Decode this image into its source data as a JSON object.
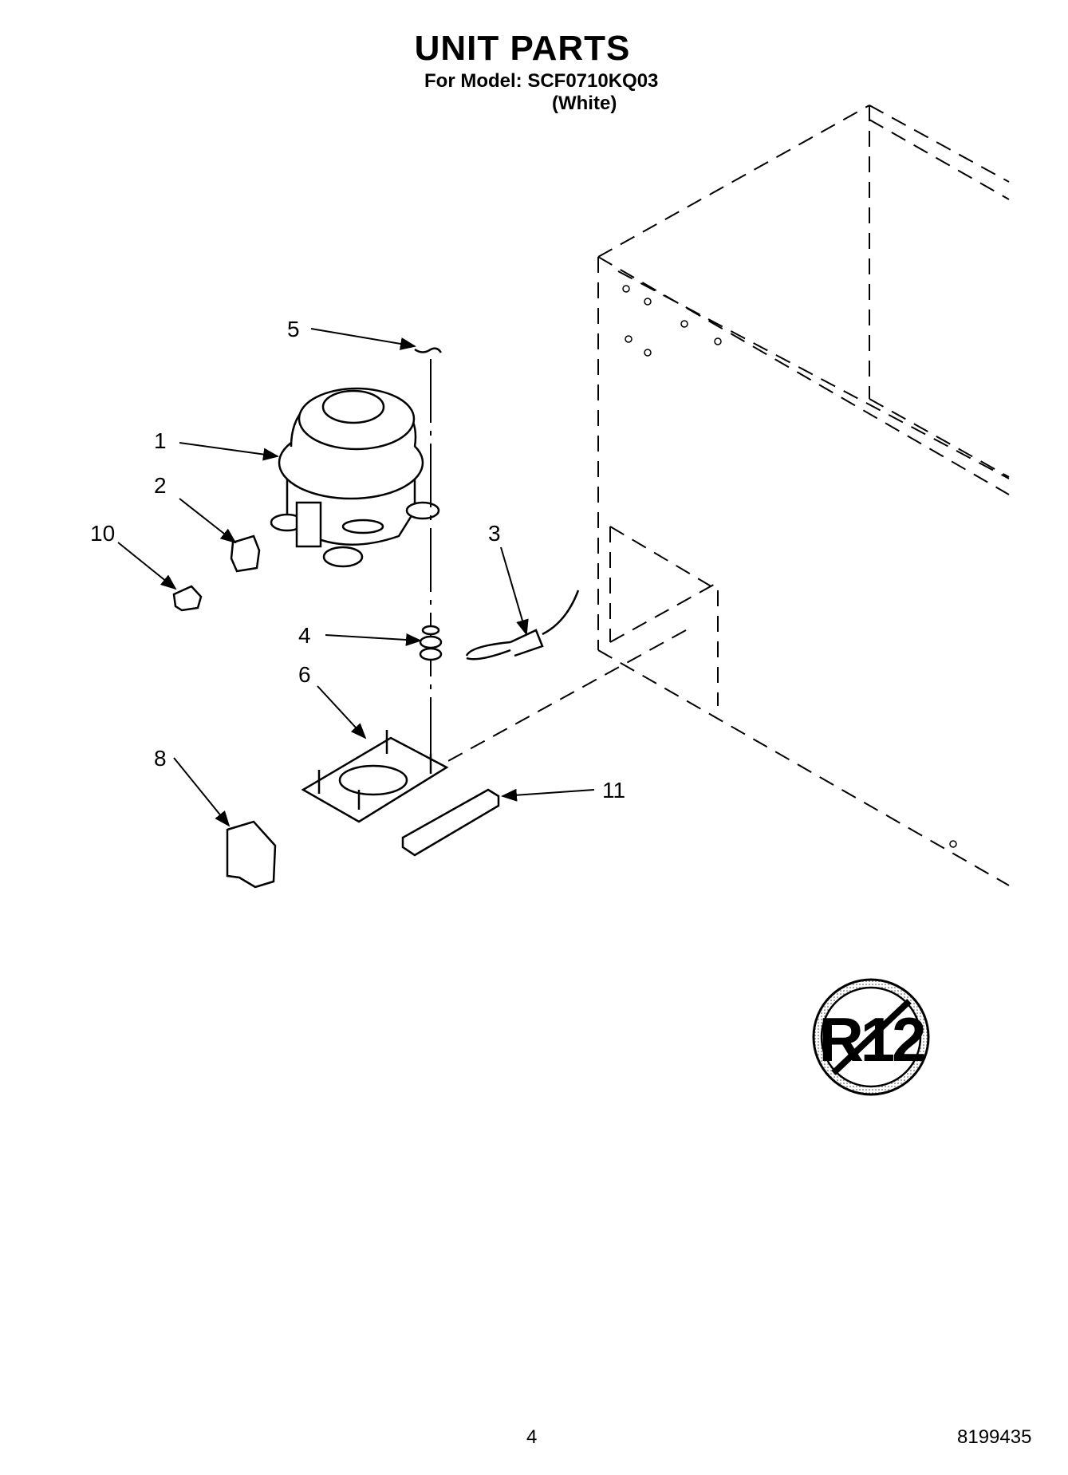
{
  "header": {
    "title": "UNIT PARTS",
    "model_line": "For Model: SCF0710KQ03",
    "color_line": "(White)"
  },
  "callouts": [
    "1",
    "2",
    "3",
    "4",
    "5",
    "6",
    "8",
    "10",
    "11"
  ],
  "badge": {
    "text": "R12",
    "meaning": "no-r12-symbol"
  },
  "footer": {
    "page_number": "4",
    "document_number": "8199435"
  }
}
